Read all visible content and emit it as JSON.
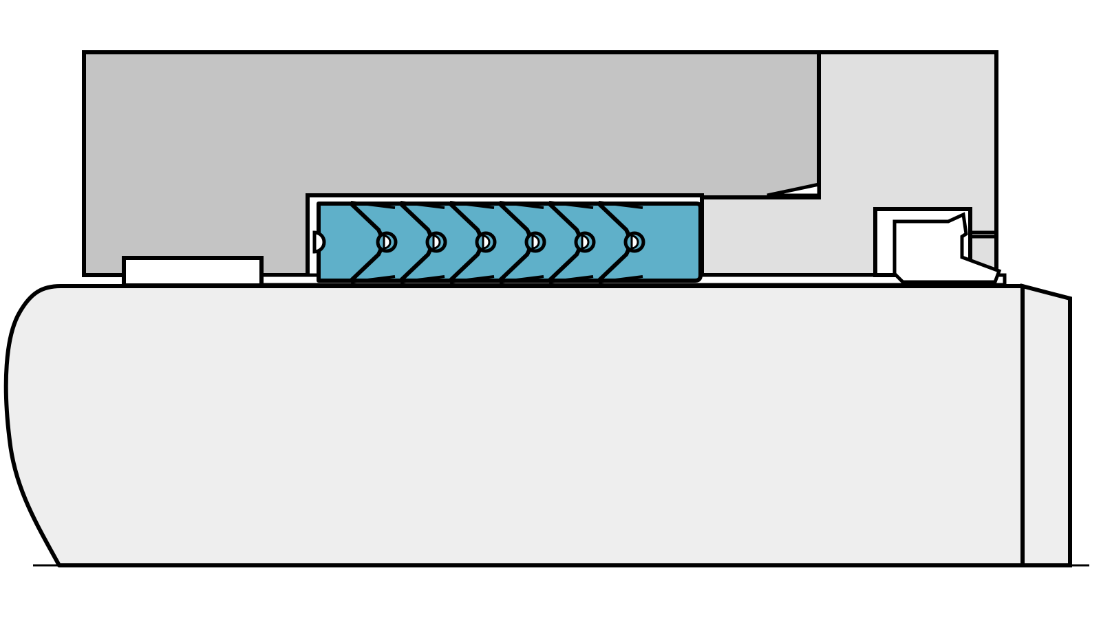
{
  "diagram": {
    "type": "seal-cross-section",
    "background": "#ffffff",
    "colors": {
      "outline": "#000000",
      "housing": "#c4c4c4",
      "gland": "#e0e0e0",
      "shaft": "#eeeeee",
      "seal_rings": "#5fb0c9",
      "clearance": "#ffffff"
    },
    "seal_stack": {
      "ring_count": 6,
      "profile": "chevron-v"
    },
    "centerline": {
      "style": "dash-dot"
    }
  }
}
